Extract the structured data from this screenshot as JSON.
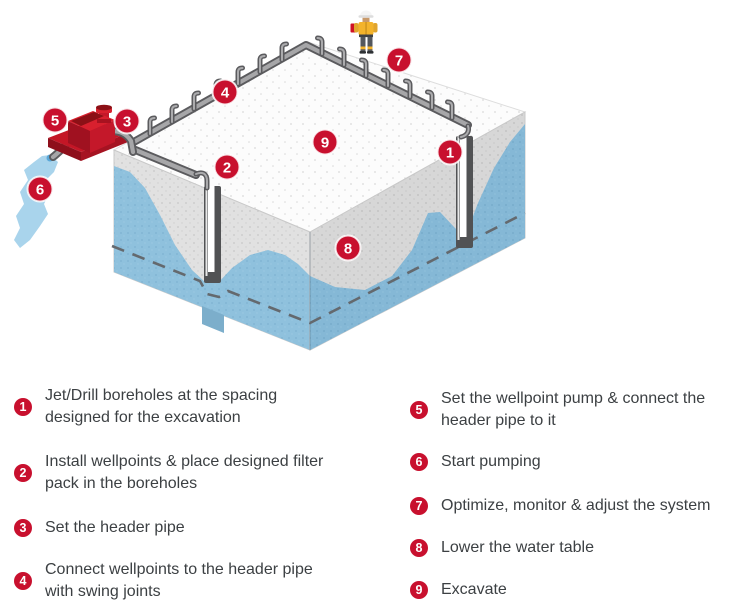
{
  "colors": {
    "accent_red": "#C8102E",
    "water_blue": "#8FC1DD",
    "soil_gray": "#E1E1E1",
    "pipe_gray": "#A6A6A8",
    "text_gray": "#3C4043"
  },
  "diagram": {
    "callouts": [
      {
        "number": "1"
      },
      {
        "number": "2"
      },
      {
        "number": "3"
      },
      {
        "number": "4"
      },
      {
        "number": "5"
      },
      {
        "number": "6"
      },
      {
        "number": "7"
      },
      {
        "number": "8"
      },
      {
        "number": "9"
      }
    ]
  },
  "legend": {
    "items": [
      {
        "number": "1",
        "lines": [
          "Jet/Drill boreholes at the spacing",
          "designed for the excavation"
        ]
      },
      {
        "number": "2",
        "lines": [
          "Install wellpoints & place designed filter",
          "pack in the boreholes"
        ]
      },
      {
        "number": "3",
        "lines": [
          "Set the header pipe"
        ]
      },
      {
        "number": "4",
        "lines": [
          "Connect wellpoints to the header pipe",
          "with swing joints"
        ]
      },
      {
        "number": "5",
        "lines": [
          "Set the wellpoint pump & connect the",
          "header pipe to it"
        ]
      },
      {
        "number": "6",
        "lines": [
          "Start pumping"
        ]
      },
      {
        "number": "7",
        "lines": [
          "Optimize, monitor & adjust the system"
        ]
      },
      {
        "number": "8",
        "lines": [
          "Lower the water table"
        ]
      },
      {
        "number": "9",
        "lines": [
          "Excavate"
        ]
      }
    ]
  }
}
